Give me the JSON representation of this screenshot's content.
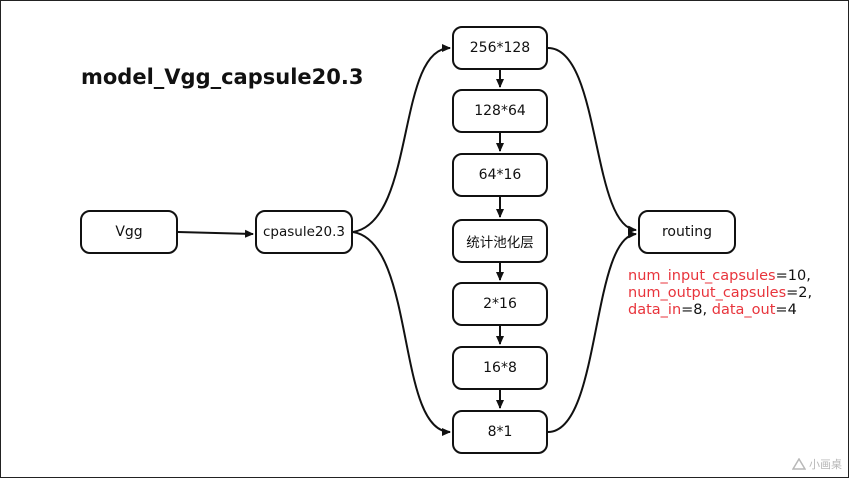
{
  "title": "model_Vgg_capsule20.3",
  "nodes": {
    "vgg": "Vgg",
    "capsule": "cpasule20.3",
    "stack": [
      "256*128",
      "128*64",
      "64*16",
      "统计池化层",
      "2*16",
      "16*8",
      "8*1"
    ],
    "routing": "routing"
  },
  "params": [
    {
      "key": "num_input_capsules",
      "sep": "=",
      "value": "10,"
    },
    {
      "key": "num_output_capsules",
      "sep": "=",
      "value": "2,"
    },
    {
      "key": "data_in",
      "sep": "=",
      "value": "8,",
      "key2": "data_out",
      "sep2": "=",
      "value2": "4"
    }
  ],
  "watermark": "小画桌",
  "colors": {
    "accent": "#e8343c",
    "line": "#111111"
  }
}
